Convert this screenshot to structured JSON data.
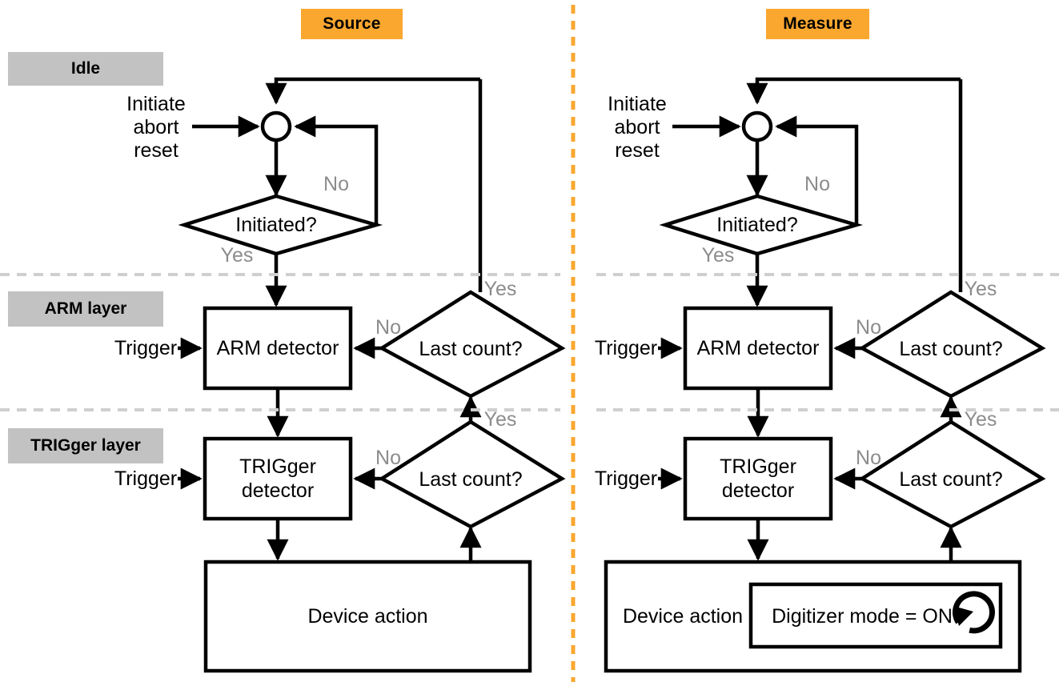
{
  "diagram": {
    "title_left": "Source",
    "title_right": "Measure",
    "layer_labels": {
      "idle": "Idle",
      "arm": "ARM layer",
      "trigger": "TRIGger layer"
    },
    "colors": {
      "header_orange": "#FAA730",
      "layer_gray": "#C2C2C2",
      "divider_gray": "#CFCFCF",
      "branch_label": "#8C8C8C",
      "stroke": "#000000"
    },
    "panels": [
      {
        "name": "source",
        "title": "Source",
        "inputs": {
          "entry": "Initiate\nabort\nreset",
          "arm_trigger": "Trigger",
          "trigger_trigger": "Trigger"
        },
        "nodes": {
          "initiated_decision": "Initiated?",
          "arm_detector": "ARM\ndetector",
          "trigger_detector": "TRIGger\ndetector",
          "arm_last_count": "Last\ncount?",
          "trigger_last_count": "Last\ncount?",
          "device_action": "Device action"
        },
        "branch_labels": {
          "initiated_no": "No",
          "initiated_yes": "Yes",
          "arm_last_no": "No",
          "arm_last_yes": "Yes",
          "trigger_last_no": "No",
          "trigger_last_yes": "Yes"
        }
      },
      {
        "name": "measure",
        "title": "Measure",
        "inputs": {
          "entry": "Initiate\nabort\nreset",
          "arm_trigger": "Trigger",
          "trigger_trigger": "Trigger"
        },
        "nodes": {
          "initiated_decision": "Initiated?",
          "arm_detector": "ARM\ndetector",
          "trigger_detector": "TRIGger\ndetector",
          "arm_last_count": "Last\ncount?",
          "trigger_last_count": "Last\ncount?",
          "device_action": "Device action",
          "digitizer": "Digitizer mode = ON",
          "digitizer_icon": "loop-arrow-icon"
        },
        "branch_labels": {
          "initiated_no": "No",
          "initiated_yes": "Yes",
          "arm_last_no": "No",
          "arm_last_yes": "Yes",
          "trigger_last_no": "No",
          "trigger_last_yes": "Yes"
        }
      }
    ]
  }
}
